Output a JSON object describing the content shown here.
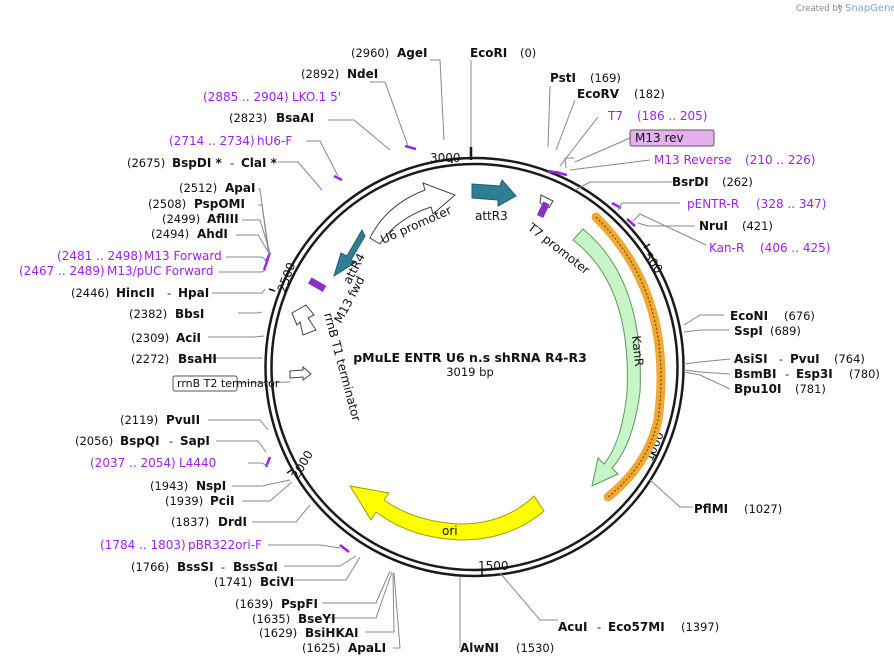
{
  "branding": {
    "created_by": "Created by",
    "product": "SnapGene"
  },
  "plasmid": {
    "name": "pMuLE ENTR U6 n.s shRNA R4-R3",
    "length_label": "3019 bp"
  },
  "ticks": [
    "3000",
    "500",
    "1000",
    "1500",
    "2000",
    "2500"
  ],
  "enzymes": {
    "agei": {
      "name": "AgeI",
      "pos": "(2960)"
    },
    "ecori": {
      "name": "EcoRI",
      "pos": "(0)"
    },
    "ndei": {
      "name": "NdeI",
      "pos": "(2892)"
    },
    "psti": {
      "name": "PstI",
      "pos": "(169)"
    },
    "ecorv": {
      "name": "EcoRV",
      "pos": "(182)"
    },
    "bsaai": {
      "name": "BsaAI",
      "pos": "(2823)"
    },
    "bspdi": {
      "name": "BspDI *",
      "name2": "ClaI *",
      "sep": "-",
      "pos": "(2675)"
    },
    "bsrdi": {
      "name": "BsrDI",
      "pos": "(262)"
    },
    "apai": {
      "name": "ApaI",
      "pos": "(2512)"
    },
    "pspomi": {
      "name": "PspOMI",
      "pos": "(2508)"
    },
    "aflii": {
      "name": "AflIII",
      "pos": "(2499)"
    },
    "ahdi": {
      "name": "AhdI",
      "pos": "(2494)"
    },
    "nrui": {
      "name": "NruI",
      "pos": "(421)"
    },
    "hincii": {
      "name": "HincII",
      "name2": "HpaI",
      "sep": "-",
      "pos": "(2446)"
    },
    "bbsi": {
      "name": "BbsI",
      "pos": "(2382)"
    },
    "acii": {
      "name": "AciI",
      "pos": "(2309)"
    },
    "bsahi": {
      "name": "BsaHI",
      "pos": "(2272)"
    },
    "econi": {
      "name": "EcoNI",
      "pos": "(676)"
    },
    "sspi": {
      "name": "SspI",
      "pos": "(689)"
    },
    "asisi": {
      "name": "AsiSI",
      "name2": "PvuI",
      "sep": "-",
      "pos": "(764)"
    },
    "bsmbi": {
      "name": "BsmBI",
      "name2": "Esp3I",
      "sep": "-",
      "pos": "(780)"
    },
    "bpu10i": {
      "name": "Bpu10I",
      "pos": "(781)"
    },
    "pvuii": {
      "name": "PvuII",
      "pos": "(2119)"
    },
    "bspqi": {
      "name": "BspQI",
      "name2": "SapI",
      "sep": "-",
      "pos": "(2056)"
    },
    "nspi": {
      "name": "NspI",
      "pos": "(1943)"
    },
    "pcii": {
      "name": "PciI",
      "pos": "(1939)"
    },
    "pflmi": {
      "name": "PflMI",
      "pos": "(1027)"
    },
    "drdi": {
      "name": "DrdI",
      "pos": "(1837)"
    },
    "bsssi": {
      "name": "BssSI",
      "name2": "BssSαI",
      "sep": "-",
      "pos": "(1766)"
    },
    "bcivi": {
      "name": "BciVI",
      "pos": "(1741)"
    },
    "pspfi": {
      "name": "PspFI",
      "pos": "(1639)"
    },
    "bseyi": {
      "name": "BseYI",
      "pos": "(1635)"
    },
    "bsihkai": {
      "name": "BsiHKAI",
      "pos": "(1629)"
    },
    "apali": {
      "name": "ApaLI",
      "pos": "(1625)"
    },
    "alwni": {
      "name": "AlwNI",
      "pos": "(1530)"
    },
    "acui": {
      "name": "AcuI",
      "name2": "Eco57MI",
      "sep": "-",
      "pos": "(1397)"
    }
  },
  "primers": {
    "lko": {
      "range": "(2885 .. 2904)",
      "name": "LKO.1 5'"
    },
    "hu6f": {
      "range": "(2714 .. 2734)",
      "name": "hU6-F"
    },
    "t7": {
      "name": "T7",
      "range": "(186 .. 205)"
    },
    "m13rev": {
      "name": "M13 rev"
    },
    "m13reverse": {
      "name": "M13 Reverse",
      "range": "(210 .. 226)"
    },
    "pentr": {
      "name": "pENTR-R",
      "range": "(328 .. 347)"
    },
    "kanr_p": {
      "name": "Kan-R",
      "range": "(406 .. 425)"
    },
    "m13fwd": {
      "range": "(2481 .. 2498)",
      "name": "M13 Forward"
    },
    "m13puc": {
      "range": "(2467 .. 2489)",
      "name": "M13/pUC Forward"
    },
    "l4440": {
      "range": "(2037 .. 2054)",
      "name": "L4440"
    },
    "pbr322": {
      "range": "(1784 .. 1803)",
      "name": "pBR322ori-F"
    }
  },
  "features": {
    "u6": "U6 promoter",
    "attr3": "attR3",
    "t7prom": "T7 promoter",
    "attr4": "attR4",
    "m13fwd_feat": "M13 fwd",
    "rrnbt1": "rrnB T1 terminator",
    "rrnbt2": "rrnB T2 terminator",
    "kanr": "KanR",
    "ori": "ori"
  },
  "colors": {
    "backbone": "#1a1a1a",
    "primer": "#a020f0",
    "kanr_fill": "#c8f5c8",
    "kanr_orf": "#f0a830",
    "ori_fill": "#ffff00",
    "att_fill": "#2e7f94",
    "m13rev_fill": "#e6b0f0"
  }
}
